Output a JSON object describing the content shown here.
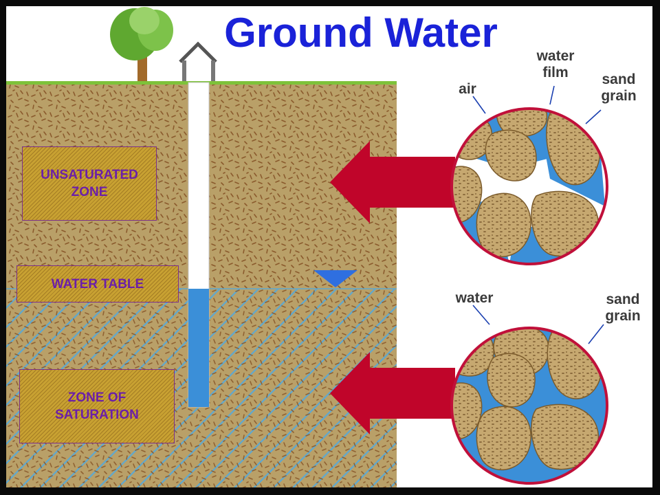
{
  "title": "Ground Water",
  "zones": {
    "unsaturated_line1": "UNSATURATED",
    "unsaturated_line2": "ZONE",
    "water_table": "WATER TABLE",
    "saturation_line1": "ZONE OF",
    "saturation_line2": "SATURATION"
  },
  "top_circle_labels": {
    "air": "air",
    "water_film_line1": "water",
    "water_film_line2": "film",
    "sand_line1": "sand",
    "sand_line2": "grain"
  },
  "bottom_circle_labels": {
    "water": "water",
    "sand_line1": "sand",
    "sand_line2": "grain"
  },
  "colors": {
    "soil": "#b9a068",
    "soil_speckle": "#8a5a2c",
    "water": "#3b8fd8",
    "grass": "#7ec23a",
    "arrow": "#c0052a",
    "circle_border": "#c0103a",
    "title": "#1a22d8",
    "label_text": "#6b1fa8"
  }
}
